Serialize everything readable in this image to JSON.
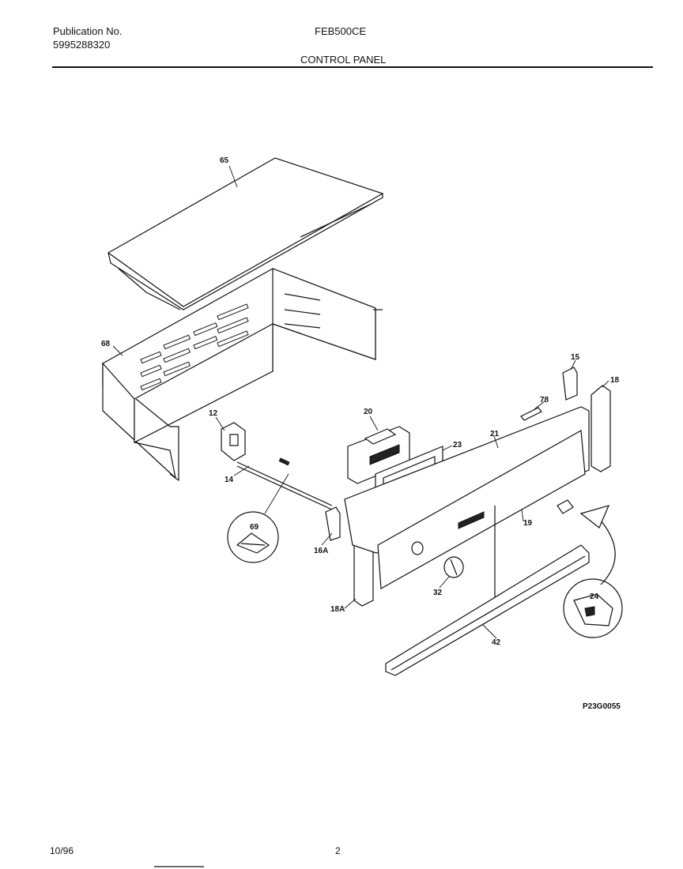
{
  "header": {
    "publication_label": "Publication No.",
    "publication_number": "5995288320",
    "model": "FEB500CE",
    "section": "CONTROL PANEL"
  },
  "diagram": {
    "code": "P23G0055",
    "callouts": {
      "c65": "65",
      "c68": "68",
      "c12": "12",
      "c14": "14",
      "c69": "69",
      "c16A": "16A",
      "c18A": "18A",
      "c20": "20",
      "c23": "23",
      "c21": "21",
      "c78": "78",
      "c15": "15",
      "c18": "18",
      "c19": "19",
      "c32": "32",
      "c24": "24",
      "c42": "42"
    }
  },
  "footer": {
    "date": "10/96",
    "page": "2"
  }
}
